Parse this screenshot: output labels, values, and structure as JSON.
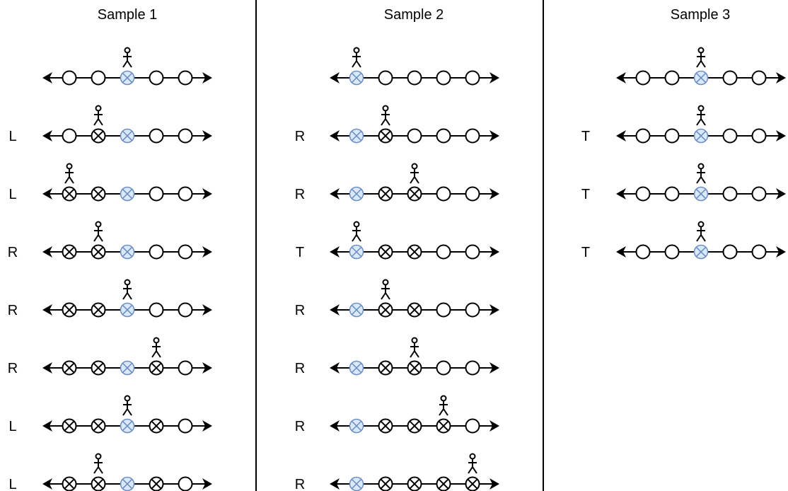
{
  "panels": [
    {
      "title": "Sample 1",
      "start": 2,
      "steps": [
        {
          "action": "",
          "agent": 2,
          "marked": []
        },
        {
          "action": "L",
          "agent": 1,
          "marked": [
            1
          ]
        },
        {
          "action": "L",
          "agent": 0,
          "marked": [
            0,
            1
          ]
        },
        {
          "action": "R",
          "agent": 1,
          "marked": [
            0,
            1
          ]
        },
        {
          "action": "R",
          "agent": 2,
          "marked": [
            0,
            1
          ]
        },
        {
          "action": "R",
          "agent": 3,
          "marked": [
            0,
            1,
            3
          ]
        },
        {
          "action": "L",
          "agent": 2,
          "marked": [
            0,
            1,
            3
          ]
        },
        {
          "action": "L",
          "agent": 1,
          "marked": [
            0,
            1,
            3
          ]
        }
      ]
    },
    {
      "title": "Sample 2",
      "start": 0,
      "steps": [
        {
          "action": "",
          "agent": 0,
          "marked": []
        },
        {
          "action": "R",
          "agent": 1,
          "marked": [
            1
          ]
        },
        {
          "action": "R",
          "agent": 2,
          "marked": [
            1,
            2
          ]
        },
        {
          "action": "T",
          "agent": 0,
          "marked": [
            1,
            2
          ]
        },
        {
          "action": "R",
          "agent": 1,
          "marked": [
            1,
            2
          ]
        },
        {
          "action": "R",
          "agent": 2,
          "marked": [
            1,
            2
          ]
        },
        {
          "action": "R",
          "agent": 3,
          "marked": [
            1,
            2,
            3
          ]
        },
        {
          "action": "R",
          "agent": 4,
          "marked": [
            1,
            2,
            3,
            4
          ]
        }
      ]
    },
    {
      "title": "Sample 3",
      "start": 2,
      "steps": [
        {
          "action": "",
          "agent": 2,
          "marked": []
        },
        {
          "action": "T",
          "agent": 2,
          "marked": []
        },
        {
          "action": "T",
          "agent": 2,
          "marked": []
        },
        {
          "action": "T",
          "agent": 2,
          "marked": []
        }
      ]
    }
  ],
  "colors": {
    "start_node_fill": "#dae8fc",
    "start_node_stroke": "#6c8ebf",
    "line": "#000000"
  },
  "icons": {
    "agent": "stick-figure-icon",
    "marked": "x-circle-icon",
    "empty": "circle-icon"
  }
}
